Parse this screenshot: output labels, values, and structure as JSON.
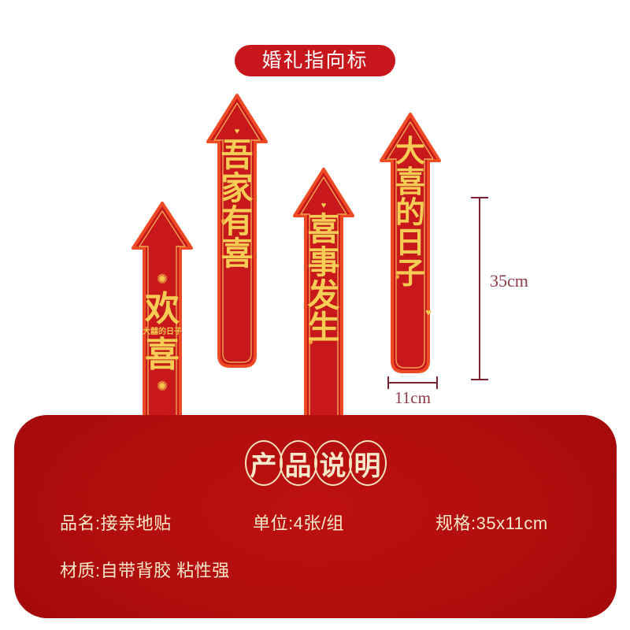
{
  "header": {
    "title": "婚礼指向标",
    "pill_color": "#c8171c",
    "title_color": "#ffffff"
  },
  "signs": [
    {
      "id": "sign-huanxi",
      "chars": [
        "欢",
        "喜"
      ],
      "sub_text": "大囍的日子",
      "ornament_top": "✺",
      "ornament_bottom": "✺",
      "heart": "",
      "body_color": "#c8181c",
      "outline_color": "#ee4a24",
      "text_color": "#f7cc54"
    },
    {
      "id": "sign-wujiayouxi",
      "chars": [
        "吾",
        "家",
        "有",
        "喜"
      ],
      "sub_text": "",
      "ornament_top": "",
      "ornament_bottom": "",
      "heart": "♥",
      "body_color": "#c8181c",
      "outline_color": "#ee4a24",
      "text_color": "#f7cc54"
    },
    {
      "id": "sign-xishifasheng",
      "chars": [
        "喜",
        "事",
        "发",
        "生"
      ],
      "sub_text": "",
      "ornament_top": "",
      "ornament_bottom": "",
      "heart": "♥",
      "body_color": "#c8181c",
      "outline_color": "#ee4a24",
      "text_color": "#f7cc54"
    },
    {
      "id": "sign-daxiderizi",
      "chars": [
        "大",
        "喜",
        "的",
        "日",
        "子"
      ],
      "sub_text": "",
      "ornament_top": "",
      "ornament_bottom": "",
      "heart": "♥",
      "body_color": "#c8181c",
      "outline_color": "#ee4a24",
      "text_color": "#f7cc54"
    }
  ],
  "dimensions": {
    "height_label": "35cm",
    "width_label": "11cm",
    "line_color": "#7d2230",
    "text_color": "#8d3a48"
  },
  "product_panel": {
    "heading_chars": [
      "产",
      "品",
      "说",
      "明"
    ],
    "background_color": "#b00d0d",
    "text_color": "#fae8cc",
    "rows": [
      [
        "品名:接亲地贴",
        "单位:4张/组",
        "规格:35x11cm"
      ],
      [
        "材质:自带背胶  粘性强",
        "",
        ""
      ]
    ]
  }
}
